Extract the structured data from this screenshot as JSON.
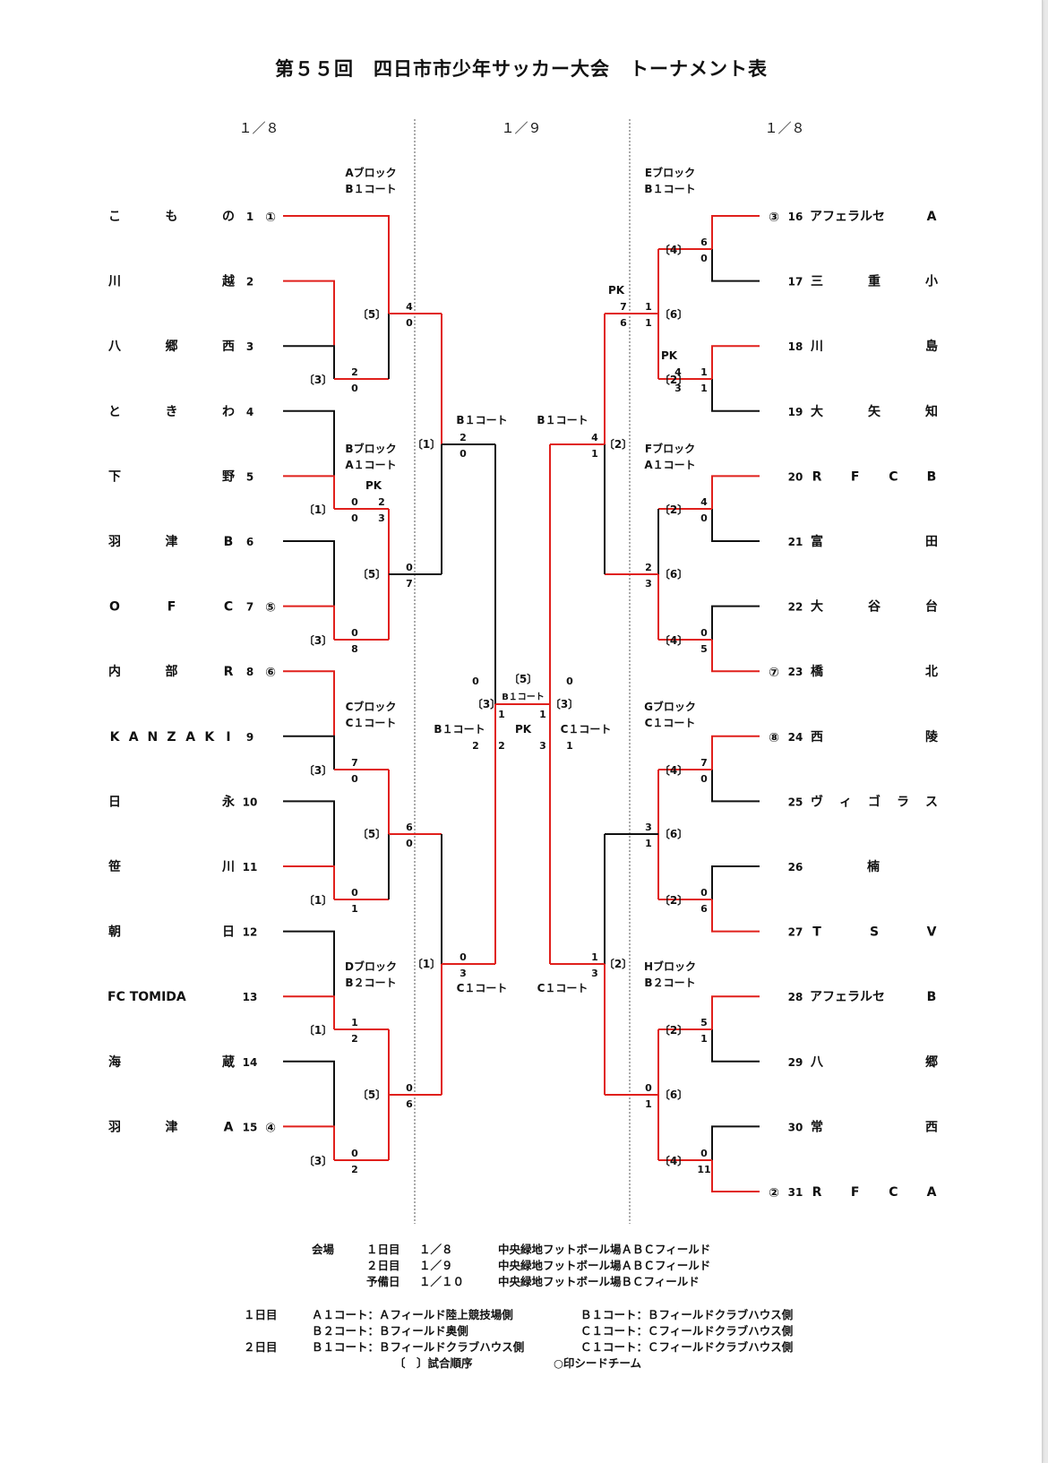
{
  "title": "第５５回　四日市市少年サッカー大会　トーナメント表",
  "date_headers": [
    "１／８",
    "１／９",
    "１／８"
  ],
  "block_labels": [
    {
      "block": "Aブロック",
      "court": "B１コート"
    },
    {
      "block": "Bブロック",
      "court": "A１コート"
    },
    {
      "block": "Cブロック",
      "court": "C１コート"
    },
    {
      "block": "Dブロック",
      "court": "B２コート"
    },
    {
      "block": "Eブロック",
      "court": "B１コート"
    },
    {
      "block": "Fブロック",
      "court": "A１コート"
    },
    {
      "block": "Gブロック",
      "court": "C１コート"
    },
    {
      "block": "Hブロック",
      "court": "B２コート"
    }
  ],
  "teams_left": [
    {
      "chars": [
        "こ",
        "も",
        "の"
      ],
      "num": "1",
      "seed": "①"
    },
    {
      "chars": [
        "川",
        "越"
      ],
      "num": "2",
      "seed": ""
    },
    {
      "chars": [
        "八",
        "郷",
        "西"
      ],
      "num": "3",
      "seed": ""
    },
    {
      "chars": [
        "と",
        "き",
        "わ"
      ],
      "num": "4",
      "seed": ""
    },
    {
      "chars": [
        "下",
        "野"
      ],
      "num": "5",
      "seed": ""
    },
    {
      "chars": [
        "羽",
        "津",
        "B"
      ],
      "num": "6",
      "seed": ""
    },
    {
      "chars": [
        "O",
        "F",
        "C"
      ],
      "num": "7",
      "seed": "⑤"
    },
    {
      "chars": [
        "内",
        "部",
        "R"
      ],
      "num": "8",
      "seed": "⑥"
    },
    {
      "chars": [
        "K",
        "A",
        "N",
        "Z",
        "A",
        "K",
        "I"
      ],
      "num": "9",
      "seed": ""
    },
    {
      "chars": [
        "日",
        "永"
      ],
      "num": "10",
      "seed": ""
    },
    {
      "chars": [
        "笹",
        "川"
      ],
      "num": "11",
      "seed": ""
    },
    {
      "chars": [
        "朝",
        "日"
      ],
      "num": "12",
      "seed": ""
    },
    {
      "chars": [
        "FC TOMIDA"
      ],
      "num": "13",
      "seed": ""
    },
    {
      "chars": [
        "海",
        "蔵"
      ],
      "num": "14",
      "seed": ""
    },
    {
      "chars": [
        "羽",
        "津",
        "A"
      ],
      "num": "15",
      "seed": "④"
    }
  ],
  "teams_right": [
    {
      "chars": [
        "アフェラルセ",
        "A"
      ],
      "num": "16",
      "seed": "③"
    },
    {
      "chars": [
        "三",
        "重",
        "小"
      ],
      "num": "17",
      "seed": ""
    },
    {
      "chars": [
        "川",
        "島"
      ],
      "num": "18",
      "seed": ""
    },
    {
      "chars": [
        "大",
        "矢",
        "知"
      ],
      "num": "19",
      "seed": ""
    },
    {
      "chars": [
        "R",
        "F",
        "C",
        "B"
      ],
      "num": "20",
      "seed": ""
    },
    {
      "chars": [
        "富",
        "田"
      ],
      "num": "21",
      "seed": ""
    },
    {
      "chars": [
        "大",
        "谷",
        "台"
      ],
      "num": "22",
      "seed": ""
    },
    {
      "chars": [
        "橋",
        "北"
      ],
      "num": "23",
      "seed": "⑦"
    },
    {
      "chars": [
        "西",
        "陵"
      ],
      "num": "24",
      "seed": "⑧"
    },
    {
      "chars": [
        "ヴ",
        "ィ",
        "ゴ",
        "ラ",
        "ス"
      ],
      "num": "25",
      "seed": ""
    },
    {
      "chars": [
        "楠"
      ],
      "num": "26",
      "seed": ""
    },
    {
      "chars": [
        "T",
        "S",
        "V"
      ],
      "num": "27",
      "seed": ""
    },
    {
      "chars": [
        "アフェラルセ",
        "B"
      ],
      "num": "28",
      "seed": ""
    },
    {
      "chars": [
        "八",
        "郷"
      ],
      "num": "29",
      "seed": ""
    },
    {
      "chars": [
        "常",
        "西"
      ],
      "num": "30",
      "seed": ""
    },
    {
      "chars": [
        "R",
        "F",
        "C",
        "A"
      ],
      "num": "31",
      "seed": "②"
    }
  ],
  "bracket_labels": {
    "pk": "PK",
    "b1_court": "B１コート",
    "c1_court": "C１コート",
    "final_court": "B１コート",
    "order_1": "〔1〕",
    "order_2": "〔2〕",
    "order_3": "〔3〕",
    "order_4": "〔4〕",
    "order_5": "〔5〕",
    "order_6": "〔6〕"
  },
  "footer": {
    "venue_label": "会場",
    "venue_rows": [
      {
        "day": "１日目",
        "date": "１／８",
        "place": "中央緑地フットボール場ＡＢＣフィールド"
      },
      {
        "day": "２日目",
        "date": "１／９",
        "place": "中央緑地フットボール場ＡＢＣフィールド"
      },
      {
        "day": "予備日",
        "date": "１／１０",
        "place": "中央緑地フットボール場ＢＣフィールド"
      }
    ],
    "day1_label": "１日目",
    "day2_label": "２日目",
    "court_notes_day1": [
      "Ａ１コート：Ａフィールド陸上競技場側",
      "Ｂ１コート：Ｂフィールドクラブハウス側",
      "Ｂ２コート：Ｂフィールド奥側",
      "Ｃ１コート：Ｃフィールドクラブハウス側"
    ],
    "court_notes_day2": [
      "Ｂ１コート：Ｂフィールドクラブハウス側",
      "Ｃ１コート：Ｃフィールドクラブハウス側"
    ],
    "legend_order": "〔　〕試合順序",
    "legend_seed": "○印シードチーム"
  },
  "colors": {
    "winner_line": "#e0201c",
    "loser_line": "#111111",
    "divider": "#555555"
  }
}
